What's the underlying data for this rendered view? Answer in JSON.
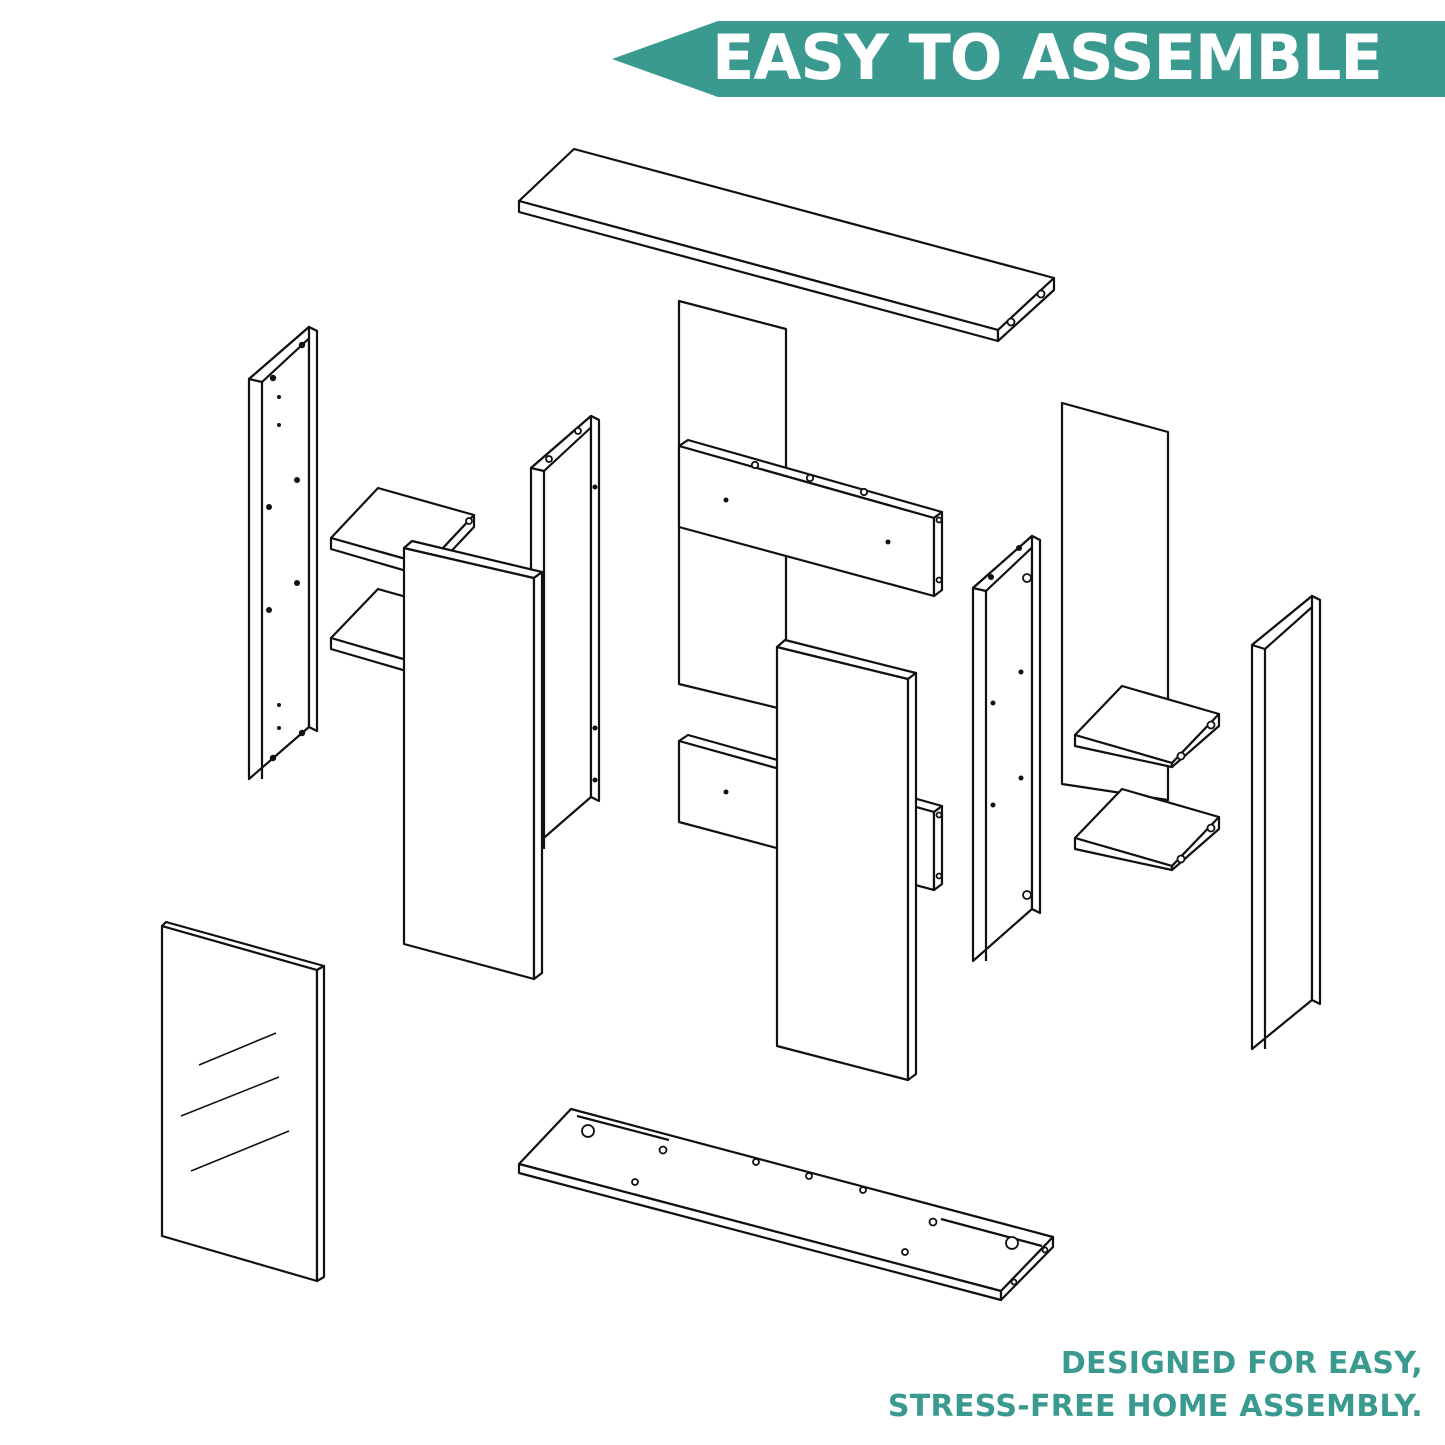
{
  "banner": {
    "title": "EASY TO ASSEMBLE",
    "color": "#3a9a90"
  },
  "tagline": {
    "line1": "DESIGNED FOR EASY,",
    "line2": "STRESS-FREE HOME ASSEMBLY.",
    "color": "#3a9a90"
  }
}
